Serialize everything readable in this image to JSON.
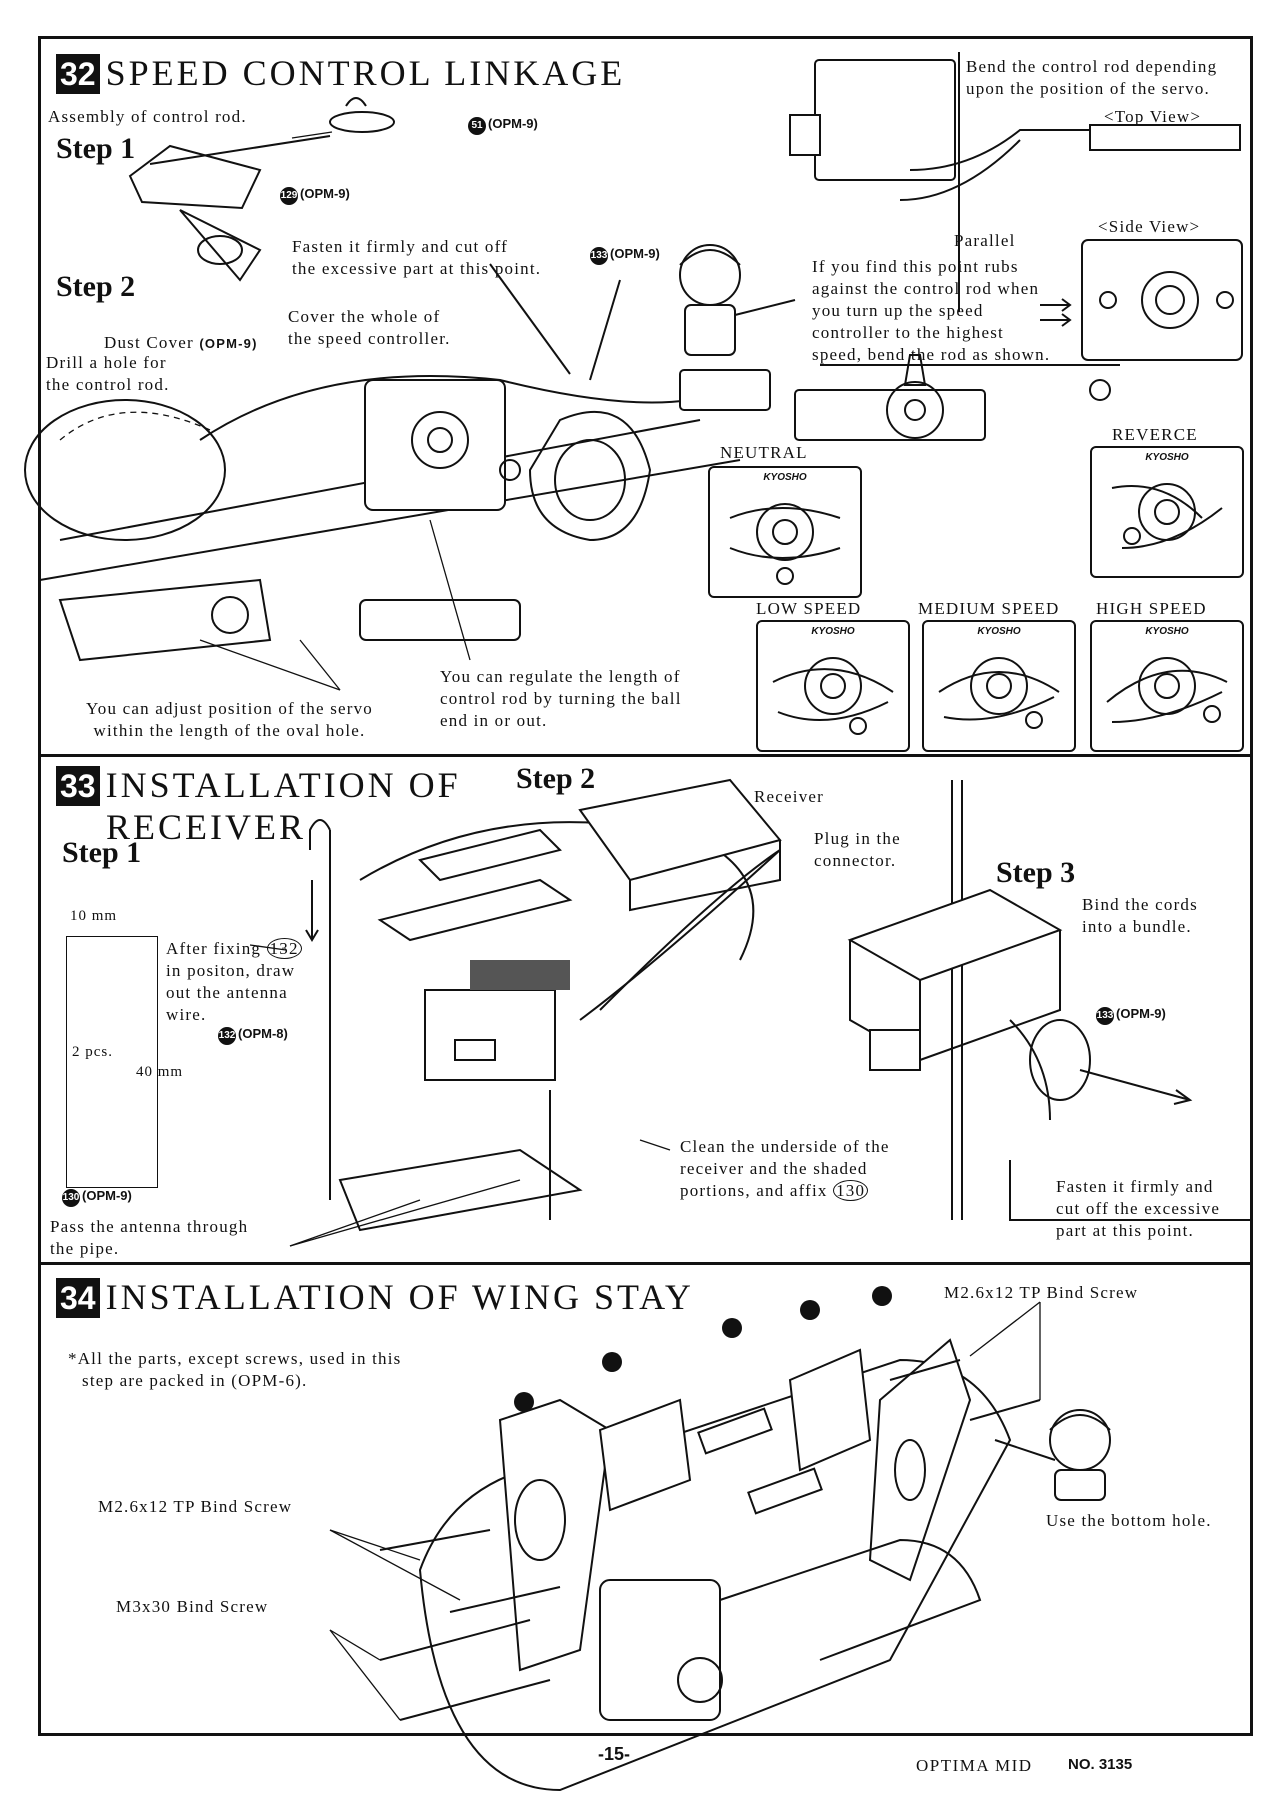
{
  "s32": {
    "num": "32",
    "title": "SPEED CONTROL LINKAGE",
    "assembly": "Assembly of control rod.",
    "step1": "Step 1",
    "step2": "Step 2",
    "part51": "(OPM-9)",
    "part129": "(OPM-9)",
    "part133": "(OPM-9)",
    "fasten": [
      "Fasten it firmly and cut off",
      "the excessive part at this point."
    ],
    "cover": [
      "Cover the whole of",
      "the speed controller."
    ],
    "dust_cover": "Dust Cover",
    "dust_part": "(OPM-9)",
    "drill": [
      "Drill a hole for",
      "the control rod."
    ],
    "bend": [
      "Bend the control rod depending",
      "upon the position of the servo."
    ],
    "top_view": "<Top View>",
    "side_view": "<Side View>",
    "parallel": "Parallel",
    "rubs": [
      "If you find this point rubs",
      "against the control rod when",
      "you turn up the speed",
      "controller to the highest",
      "speed, bend the rod as shown."
    ],
    "adjust": [
      "You can adjust position of the servo",
      "within the length of the oval hole."
    ],
    "regulate": [
      "You can regulate the length of",
      "control rod by turning the ball",
      "end in or out."
    ],
    "neutral": "NEUTRAL",
    "reverce": "REVERCE",
    "low": "LOW SPEED",
    "medium": "MEDIUM SPEED",
    "high": "HIGH SPEED",
    "brand": "KYOSHO"
  },
  "s33": {
    "num": "33",
    "title1": "INSTALLATION OF",
    "title2": "RECEIVER",
    "step1": "Step 1",
    "step2": "Step 2",
    "step3": "Step 3",
    "dim10": "10 mm",
    "dim40": "40 mm",
    "pcs": "2 pcs.",
    "part130a": "(OPM-9)",
    "after": [
      "After fixing",
      "in positon, draw",
      "out the antenna",
      "wire."
    ],
    "ref132": "132",
    "part132": "(OPM-8)",
    "pass": [
      "Pass the antenna through",
      "the pipe."
    ],
    "receiver": "Receiver",
    "plug": [
      "Plug in the",
      "connector."
    ],
    "clean": [
      "Clean the underside of the",
      "receiver and the shaded",
      "portions, and affix"
    ],
    "ref130": "130",
    "bind": [
      "Bind the cords",
      "into a bundle."
    ],
    "part133": "(OPM-9)",
    "fasten": [
      "Fasten it firmly and",
      "cut off the excessive",
      "part at this point."
    ]
  },
  "s34": {
    "num": "34",
    "title": "INSTALLATION OF WING STAY",
    "note": [
      "*All the parts, except screws, used in this",
      "step are packed in  (OPM-6)."
    ],
    "screw_top": "M2.6x12 TP Bind Screw",
    "screw_left": "M2.6x12 TP Bind Screw",
    "m3": "M3x30 Bind Screw",
    "bottom": "Use the bottom hole."
  },
  "footer": {
    "page": "-15-",
    "model": "OPTIMA MID",
    "no": "NO. 3135"
  }
}
